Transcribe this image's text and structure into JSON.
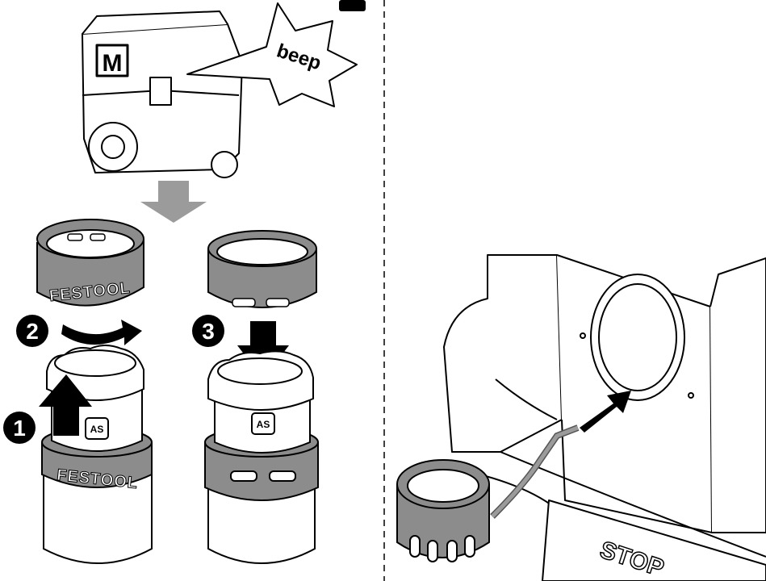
{
  "left_panel": {
    "machine": {
      "mode_letter": "M",
      "speech_text": "beep"
    },
    "steps": [
      {
        "number": "1"
      },
      {
        "number": "2"
      },
      {
        "number": "3"
      }
    ],
    "sleeve_brand": "FESTOOL",
    "adapter_logo": "AS"
  },
  "right_panel": {
    "stop_label": "STOP"
  },
  "colors": {
    "line": "#000000",
    "ring_gray": "#8c8c8c",
    "arrow_gray": "#9b9b9b",
    "background": "#ffffff"
  }
}
